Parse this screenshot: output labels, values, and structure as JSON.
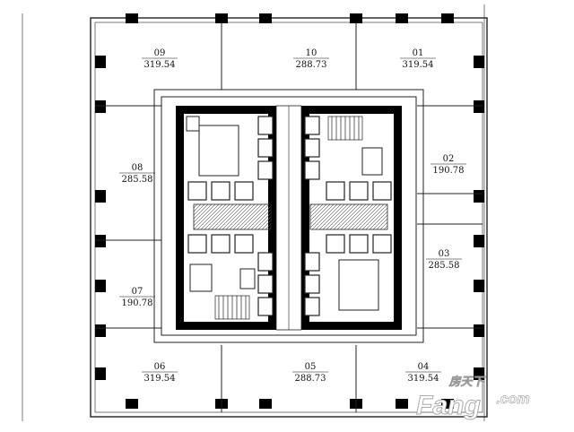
{
  "units": [
    {
      "id": "09",
      "number": "09",
      "area": "319.54"
    },
    {
      "id": "10",
      "number": "10",
      "area": "288.73"
    },
    {
      "id": "01",
      "number": "01",
      "area": "319.54"
    },
    {
      "id": "08",
      "number": "08",
      "area": "285.58"
    },
    {
      "id": "02",
      "number": "02",
      "area": "190.78"
    },
    {
      "id": "07",
      "number": "07",
      "area": "190.78"
    },
    {
      "id": "03",
      "number": "03",
      "area": "285.58"
    },
    {
      "id": "06",
      "number": "06",
      "area": "319.54"
    },
    {
      "id": "05",
      "number": "05",
      "area": "288.73"
    },
    {
      "id": "04",
      "number": "04",
      "area": "319.54"
    }
  ],
  "watermark": {
    "brand": "Fang",
    "dotcom": ".com",
    "cn": "房天下"
  },
  "colors": {
    "wall": "#000000",
    "line": "#222222",
    "hatch": "#555555",
    "watermark": "#ffffff",
    "watermark_outline": "#bbbbbb"
  }
}
